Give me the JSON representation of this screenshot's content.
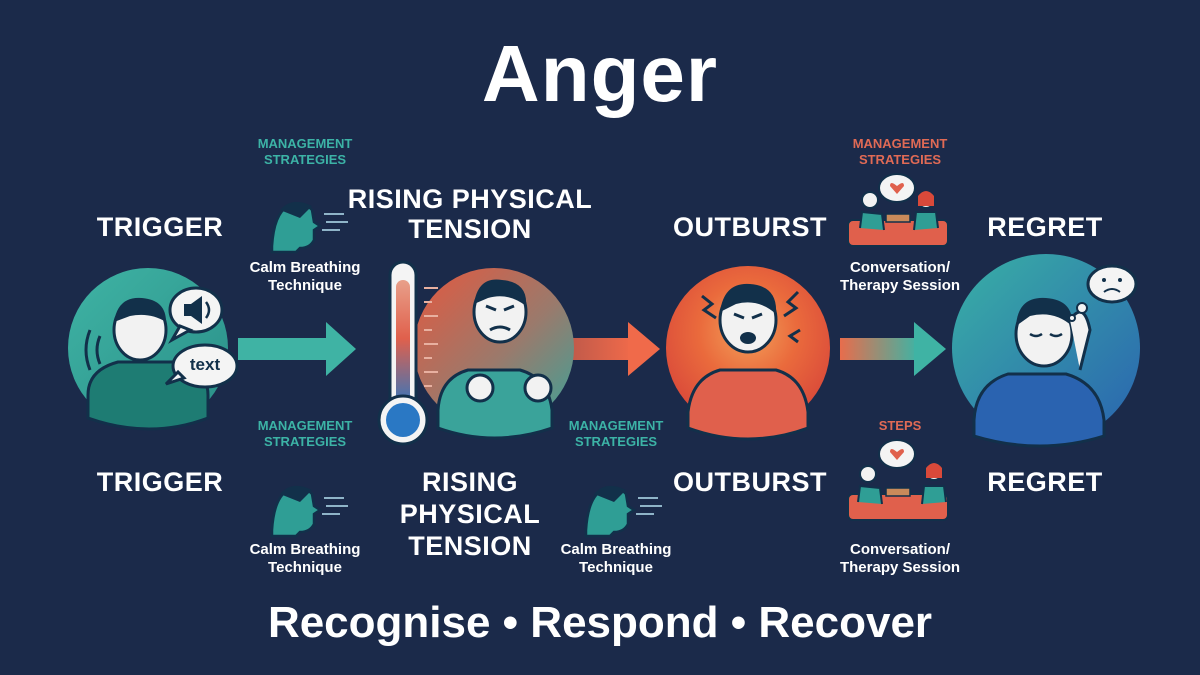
{
  "title": "Anger",
  "stages_top": {
    "trigger": "TRIGGER",
    "tension": "RISING PHYSICAL TENSION",
    "outburst": "OUTBURST",
    "regret": "REGRET"
  },
  "stages_bottom": {
    "trigger": "TRIGGER",
    "tension": "RISING PHYSICAL TENSION",
    "outburst": "OUTBURST",
    "regret": "REGRET"
  },
  "speech_bubble_text": "text",
  "strategies": {
    "top_left": {
      "heading": "MANAGEMENT STRATEGIES",
      "caption": "Calm Breathing Technique"
    },
    "top_right": {
      "heading": "MANAGEMENT STRATEGIES",
      "caption": "Conversation/ Therapy Session"
    },
    "bottom_left": {
      "heading": "MANAGEMENT STRATEGIES",
      "caption": "Calm Breathing Technique"
    },
    "bottom_middle": {
      "heading": "MANAGEMENT STRATEGIES",
      "caption": "Calm Breathing Technique"
    },
    "bottom_right": {
      "heading": "STEPS",
      "caption": "Conversation/ Therapy Session"
    }
  },
  "tagline": "Recognise • Respond • Recover",
  "colors": {
    "background": "#1b2a4a",
    "teal": "#2f9e95",
    "coral": "#e0604c",
    "orange": "#f08a3c",
    "blue": "#2a6fb5"
  }
}
